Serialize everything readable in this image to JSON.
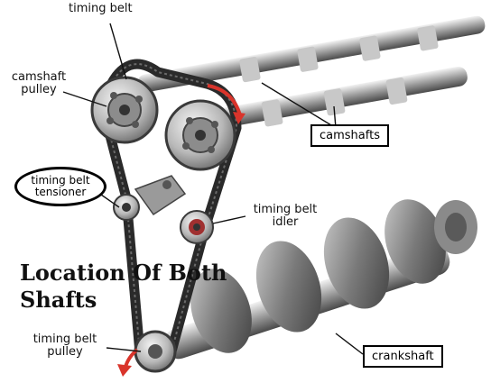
{
  "labels": {
    "timing_belt_top": "timing belt",
    "camshaft_pulley_line1": "camshaft",
    "camshaft_pulley_line2": "pulley",
    "camshafts": "camshafts",
    "tensioner_line1": "timing belt",
    "tensioner_line2": "tensioner",
    "idler_line1": "timing belt",
    "idler_line2": "idler",
    "heading_line1": "Location Of Both",
    "heading_line2": "Shafts",
    "bottom_pulley_line1": "timing belt",
    "bottom_pulley_line2": "pulley",
    "crankshaft": "crankshaft"
  },
  "colors": {
    "belt": "#2a2a2a",
    "metal_light": "#d9d9d9",
    "metal_mid": "#9a9a9a",
    "metal_dark": "#5a5a5a",
    "arrow_red": "#d9342b"
  }
}
